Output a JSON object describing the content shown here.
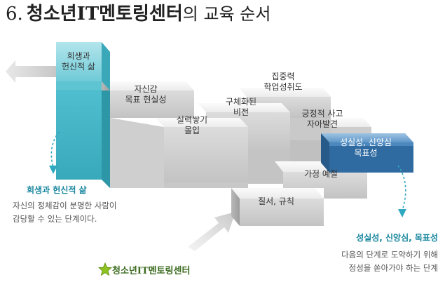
{
  "title": {
    "number": "6.",
    "main": "청소년IT멘토링센터",
    "suffix": "의 교육 순서"
  },
  "steps": [
    {
      "lines": [
        "희생과",
        "헌신적 삶"
      ]
    },
    {
      "lines": [
        "자신감",
        "목표 현실성"
      ]
    },
    {
      "lines": [
        "실력쌓기",
        "몰입"
      ]
    },
    {
      "lines": [
        "구체화된",
        "비전"
      ]
    },
    {
      "lines": [
        "집중력",
        "학업성취도"
      ]
    },
    {
      "lines": [
        "긍정적 사고",
        "자아발견"
      ]
    },
    {
      "lines": [
        "성실성, 신앙심",
        "목표성"
      ]
    },
    {
      "lines": [
        "가정 예절"
      ]
    },
    {
      "lines": [
        "질서, 규칙"
      ]
    }
  ],
  "callouts": {
    "left": {
      "title": "희생과 헌신적 삶",
      "lines": [
        "자신의 정체감이 분명한 사람이",
        "감당할 수 있는 단계이다."
      ]
    },
    "right": {
      "title": "성실성, 신앙심, 목표성",
      "lines": [
        "다음의 단계로 도약하기 위해",
        "정성을 쏟아가야 하는 단계"
      ]
    }
  },
  "logo": {
    "text": "청소년IT멘토링센터"
  },
  "colors": {
    "teal": "#4fbfcf",
    "navy": "#2f6aa0",
    "callout": "#17869e",
    "logo_star": "#8fc31f"
  }
}
